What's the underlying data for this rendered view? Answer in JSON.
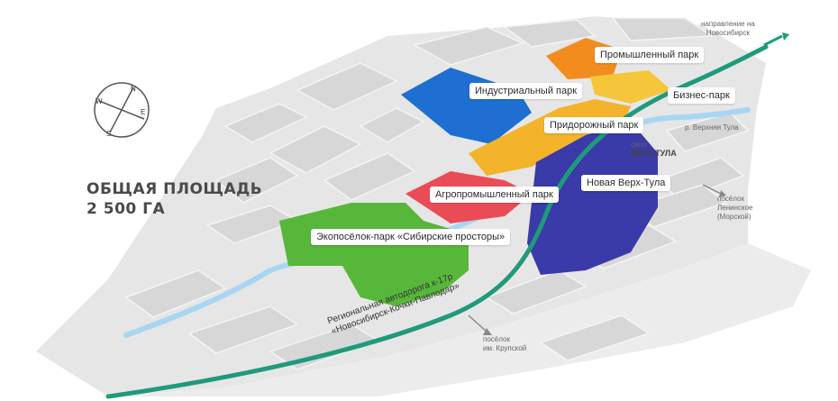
{
  "title": {
    "line1": "ОБЩАЯ ПЛОЩАДЬ",
    "line2": "2 500 ГА"
  },
  "compass": {
    "n": "N",
    "e": "E",
    "s": "S",
    "w": "W"
  },
  "zones": {
    "industrial": "Индустриальный парк",
    "manufacturing": "Промышленный парк",
    "business": "Бизнес-парк",
    "roadside": "Придорожный парк",
    "agro": "Агропромышленный парк",
    "new_verkh_tula": "Новая Верх-Тула",
    "ecovillage": "Экопосёлок-парк «Сибирские просторы»"
  },
  "places": {
    "novosibirsk_line1": "направление на",
    "novosibirsk_line2": "Новосибирск",
    "river": "р. Верхняя Тула",
    "village_small": "село",
    "village_name": "ВЕРХ-ТУЛА",
    "leninskoe_line1": "посёлок",
    "leninskoe_line2": "Ленинское",
    "leninskoe_line3": "(Морской)",
    "krupskoy_line1": "посёлок",
    "krupskoy_line2": "им. Крупской"
  },
  "road": {
    "line1": "Региональная автодорога к-17р",
    "line2": "«Новосибирск-Кочки-Павлодар»"
  },
  "colors": {
    "industrial": "#1e6fd1",
    "manufacturing": "#f28c1e",
    "business": "#f5c63a",
    "roadside": "#f3b32b",
    "agro": "#ea4c57",
    "new_verkh_tula": "#3a3aa8",
    "ecovillage": "#57b73b",
    "road": "#1f9a7b",
    "river": "#a8d6f2",
    "background_land": "#e4e4e4"
  }
}
